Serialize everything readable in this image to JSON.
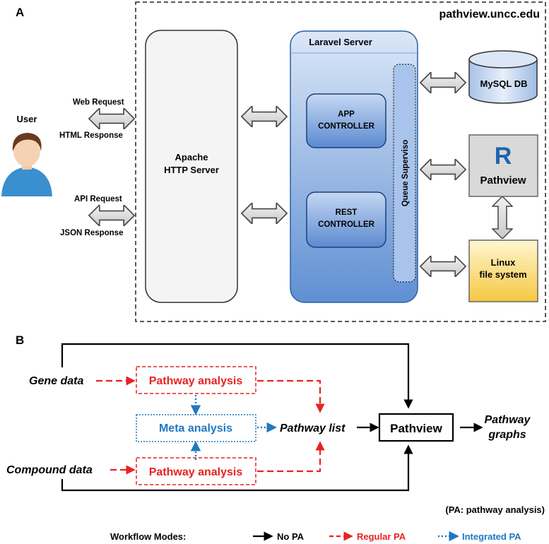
{
  "panel_a": {
    "label": "A",
    "site": "pathview.uncc.edu",
    "user_label": "User",
    "web_request": "Web Request",
    "html_response": "HTML Response",
    "api_request": "API Request",
    "json_response": "JSON Response",
    "apache_line1": "Apache",
    "apache_line2": "HTTP Server",
    "laravel_title": "Laravel Server",
    "app_line1": "APP",
    "app_line2": "CONTROLLER",
    "rest_line1": "REST",
    "rest_line2": "CONTROLLER",
    "queue_label": "Queue Superviso",
    "mysql_label": "MySQL DB",
    "r_letter": "R",
    "pathview_label": "Pathview",
    "linux_line1": "Linux",
    "linux_line2": "file system"
  },
  "panel_b": {
    "label": "B",
    "gene_data": "Gene data",
    "compound_data": "Compound data",
    "pathway_analysis_top": "Pathway analysis",
    "pathway_analysis_bottom": "Pathway analysis",
    "meta_analysis": "Meta analysis",
    "pathway_list": "Pathway list",
    "pathview_box": "Pathview",
    "pathway_graphs_line1": "Pathway",
    "pathway_graphs_line2": "graphs",
    "pa_note": "(PA: pathway analysis)"
  },
  "legend": {
    "title": "Workflow Modes:",
    "no_pa": "No PA",
    "regular_pa": "Regular PA",
    "integrated_pa": "Integrated PA"
  },
  "colors": {
    "red": "#e8231f",
    "blue": "#1f78c0",
    "black": "#000000"
  }
}
